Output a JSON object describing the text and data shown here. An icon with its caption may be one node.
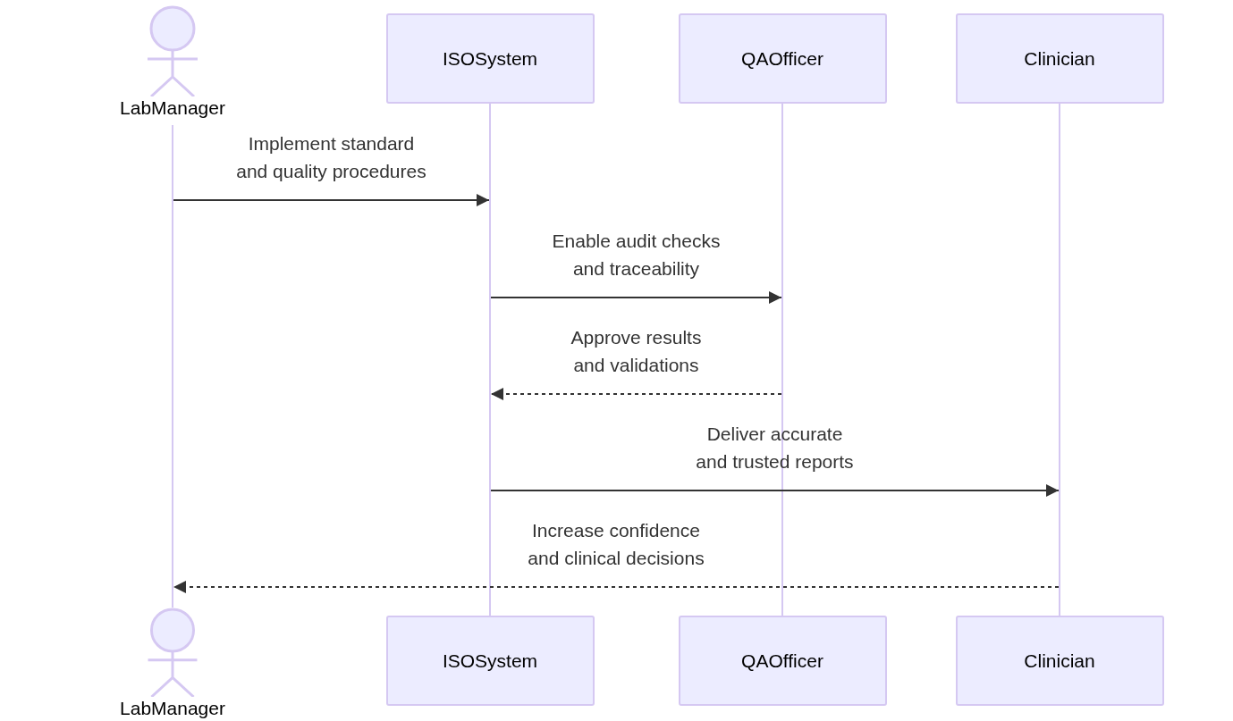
{
  "diagram": {
    "nodes": [
      {
        "text": [
          "LabManager"
        ]
      },
      {
        "text": [
          "ISOSystem"
        ]
      },
      {
        "text": [
          "QAOfficer"
        ]
      },
      {
        "text": [
          "Clinician"
        ]
      },
      {
        "text": [
          "LabManager"
        ]
      },
      {
        "text": [
          "ISOSystem"
        ]
      },
      {
        "text": [
          "QAOfficer"
        ]
      },
      {
        "text": [
          "Clinician"
        ]
      },
      {
        "text": [],
        "shape": "line"
      },
      {
        "text": [],
        "shape": "line"
      },
      {
        "text": [],
        "shape": "line"
      },
      {
        "text": [],
        "shape": "line"
      }
    ],
    "edges": [
      {
        "from": 8,
        "to": 9,
        "arrow": "to",
        "label": "Implement standard and quality procedures"
      },
      {
        "from": 9,
        "to": 10,
        "arrow": "to",
        "label": "Enable audit checks and traceability"
      },
      {
        "from": 10,
        "to": 9,
        "arrow": "to",
        "label": "Approve results and validations",
        "style": "dashed"
      },
      {
        "from": 9,
        "to": 11,
        "arrow": "to",
        "label": "Deliver accurate and trusted reports"
      },
      {
        "from": 11,
        "to": 8,
        "arrow": "to",
        "label": "Increase confidence and clinical decisions",
        "style": "dashed"
      }
    ]
  }
}
